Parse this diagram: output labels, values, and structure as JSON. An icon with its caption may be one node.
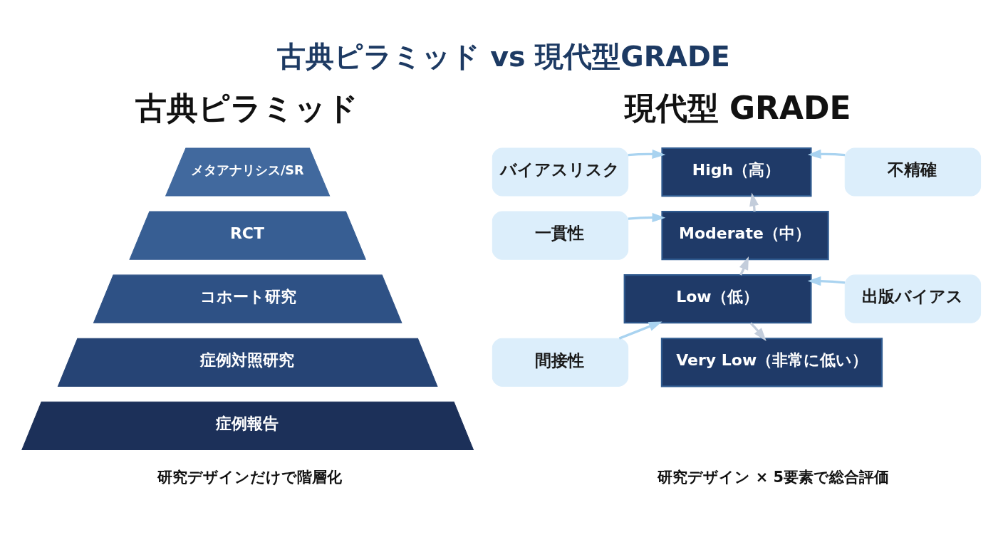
{
  "diagram": {
    "title": "古典ピラミッド vs 現代型GRADE",
    "nodes": [
      {
        "text": [
          "メタアナリシス/SR"
        ]
      },
      {
        "text": [
          "RCT"
        ]
      },
      {
        "text": [
          "コホート研究"
        ]
      },
      {
        "text": [
          "症例対照研究"
        ]
      },
      {
        "text": [
          "症例報告"
        ]
      },
      {
        "text": [
          "バイアスリスク"
        ]
      },
      {
        "text": [
          "High（高）"
        ]
      },
      {
        "text": [
          "不精確"
        ]
      },
      {
        "text": [
          "一貫性"
        ]
      },
      {
        "text": [
          "Moderate（中）"
        ]
      },
      {
        "text": [
          "出版バイアス"
        ]
      },
      {
        "text": [
          "Low（低）"
        ]
      },
      {
        "text": [
          "間接性"
        ]
      },
      {
        "text": [
          "Very Low（非常に低い）"
        ]
      }
    ],
    "edges": [
      {
        "from": 5,
        "to": 6,
        "arrow": "to"
      },
      {
        "from": 7,
        "to": 6,
        "arrow": "to"
      },
      {
        "from": 9,
        "to": 6,
        "arrow": "to",
        "color": "#c3cddb"
      },
      {
        "from": 8,
        "to": 9,
        "arrow": "to"
      },
      {
        "from": 11,
        "to": 9,
        "arrow": "to",
        "color": "#c3cddb"
      },
      {
        "from": 10,
        "to": 11,
        "arrow": "to"
      },
      {
        "from": 12,
        "to": 11,
        "arrow": "to"
      },
      {
        "from": 11,
        "to": 13,
        "arrow": "to",
        "color": "#c3cddb"
      }
    ],
    "labels": [
      "古典ピラミッド",
      "現代型 GRADE",
      "研究デザインだけで階層化",
      "研究デザイン × 5要素で総合評価"
    ]
  }
}
